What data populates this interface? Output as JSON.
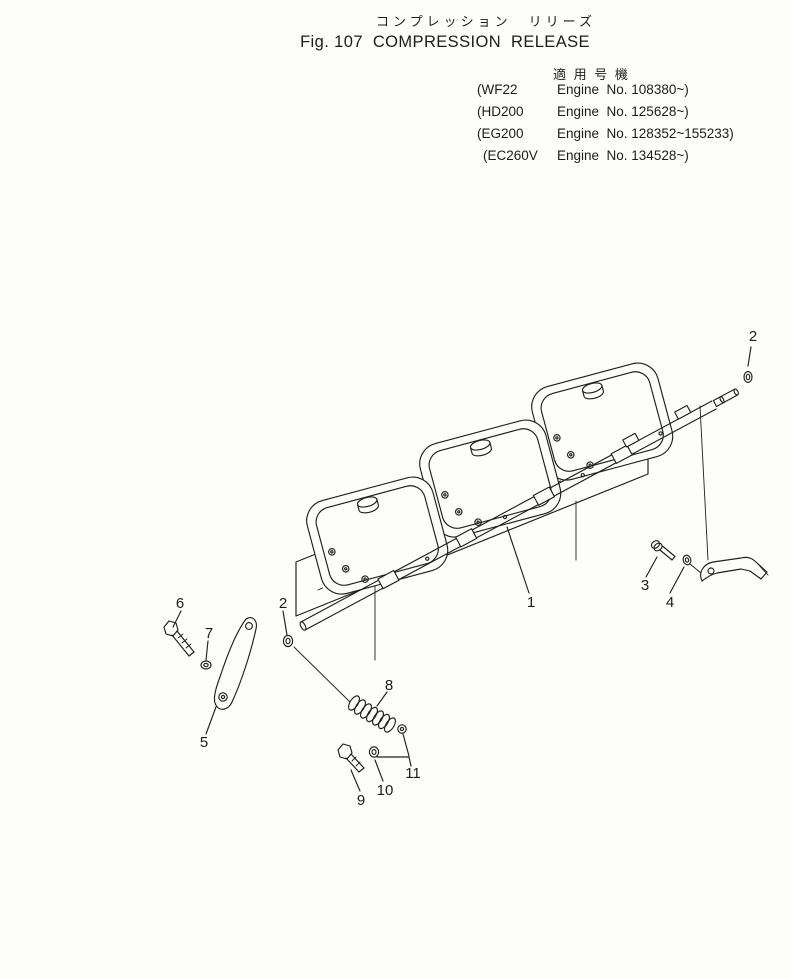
{
  "header": {
    "title_ja": "コンプレッション　リリーズ",
    "title_en": "Fig. 107  COMPRESSION  RELEASE"
  },
  "applicability": {
    "heading": "適 用 号 機",
    "rows": [
      {
        "model": "(WF22",
        "engine": "Engine  No. 108380~)"
      },
      {
        "model": "(HD200",
        "engine": "Engine  No. 125628~)"
      },
      {
        "model": "(EG200",
        "engine": "Engine  No. 128352~155233)"
      },
      {
        "model": "(EC260V",
        "engine": "Engine  No. 134528~)"
      }
    ]
  },
  "callouts": [
    {
      "label": "2"
    },
    {
      "label": "1"
    },
    {
      "label": "3"
    },
    {
      "label": "4"
    },
    {
      "label": "6"
    },
    {
      "label": "7"
    },
    {
      "label": "2"
    },
    {
      "label": "5"
    },
    {
      "label": "8"
    },
    {
      "label": "9"
    },
    {
      "label": "10"
    },
    {
      "label": "11"
    }
  ],
  "colors": {
    "ink": "#1c1c1c",
    "paper": "#fdfdfb"
  }
}
